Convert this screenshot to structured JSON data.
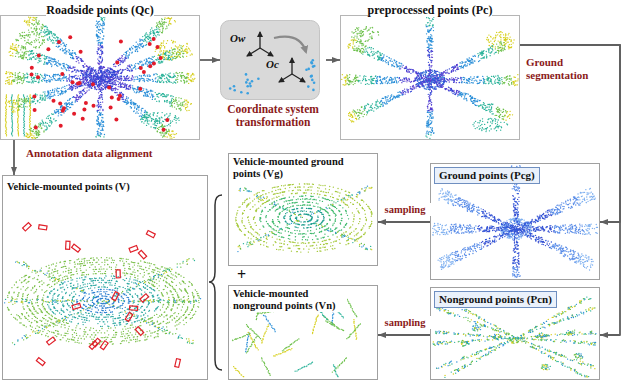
{
  "diagram": {
    "nodes": [
      {
        "text": [
          "Roadside points (Qc)"
        ]
      },
      {
        "text": [
          "Coordinate system transformation"
        ]
      },
      {
        "text": [
          "preprocessed points (Pc)"
        ]
      },
      {
        "text": [
          "Ground points (Pcg)"
        ]
      },
      {
        "text": [
          "Vehicle-mounted ground points (Vg)"
        ]
      },
      {
        "text": [
          "Nonground points (Pcn)"
        ]
      },
      {
        "text": [
          "Vehicle-mounted nonground points (Vn)"
        ]
      },
      {
        "text": [
          "Vehicle-mounted points (V)"
        ]
      }
    ],
    "edges": [
      {
        "from": 0,
        "to": 1,
        "arrow": "to"
      },
      {
        "from": 1,
        "to": 2,
        "arrow": "to"
      },
      {
        "from": 2,
        "to": 3,
        "label": "Ground segmentation",
        "arrow": "to"
      },
      {
        "from": 2,
        "to": 5,
        "arrow": "to"
      },
      {
        "from": 3,
        "to": 4,
        "label": "sampling",
        "arrow": "to"
      },
      {
        "from": 5,
        "to": 6,
        "label": "sampling",
        "arrow": "to"
      },
      {
        "from": 0,
        "to": 7,
        "label": "Annotation data alignment",
        "arrow": "to"
      }
    ],
    "labels": [
      "Ow",
      "Oc",
      "+"
    ]
  }
}
